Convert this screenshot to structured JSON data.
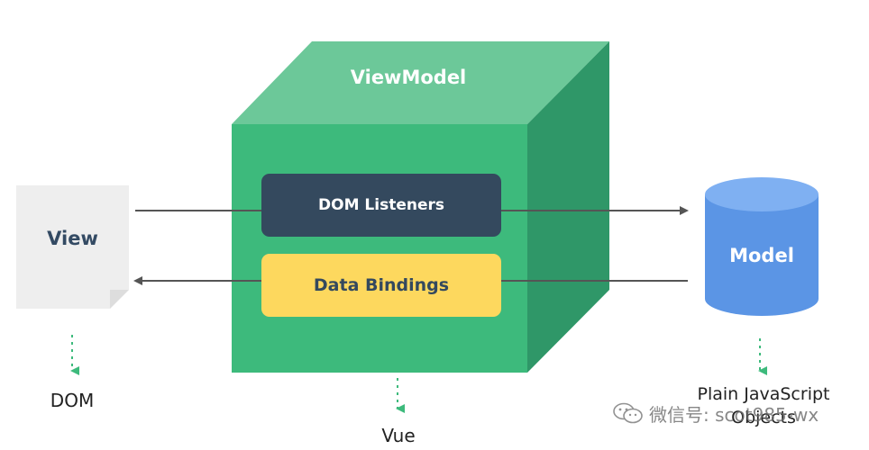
{
  "diagram": {
    "view_label": "View",
    "viewmodel_label": "ViewModel",
    "dom_listeners_label": "DOM Listeners",
    "data_bindings_label": "Data Bindings",
    "model_label": "Model",
    "dom_label": "DOM",
    "vue_label": "Vue",
    "plain_js_line1": "Plain JavaScript",
    "plain_js_line2": "Objects",
    "watermark_text": "微信号: scot985-wx"
  },
  "colors": {
    "cube_front": "#3dba7c",
    "cube_top": "#6cc899",
    "cube_side": "#2f9768",
    "listeners_box": "#34495e",
    "bindings_box": "#fdd85e",
    "model_cylinder": "#5b95e5",
    "model_top": "#7fb0f2",
    "view_doc": "#eeeeee",
    "arrow": "#555555",
    "dotted_arrow": "#3dba7c"
  },
  "icons": {
    "view_doc": "document-icon",
    "model": "cylinder-icon",
    "watermark": "wechat-icon"
  }
}
